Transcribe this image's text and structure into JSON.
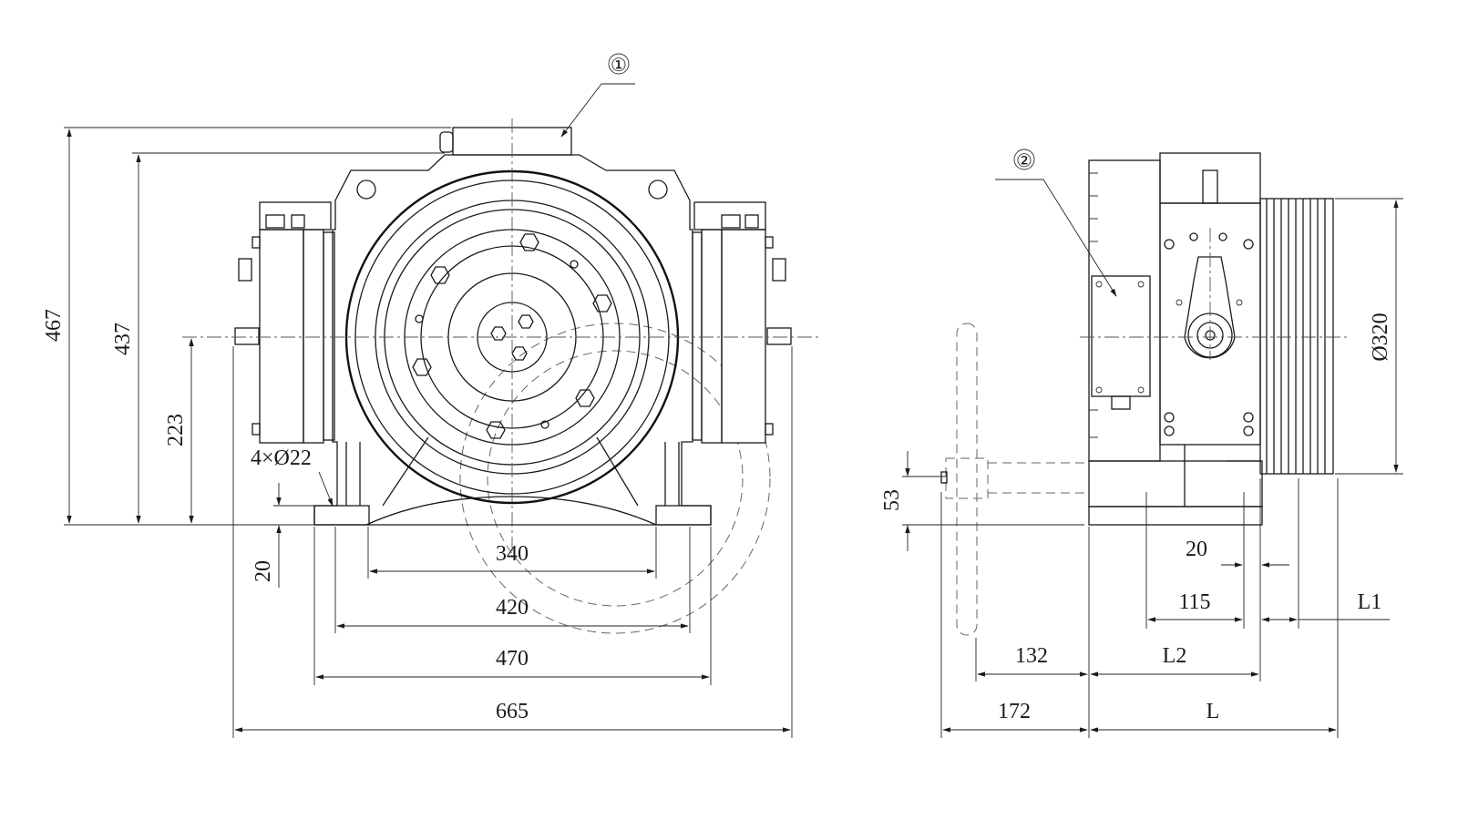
{
  "callouts": {
    "c1": "①",
    "c2": "②"
  },
  "front_view": {
    "height_total": "467",
    "height_top": "437",
    "center_height": "223",
    "holes": "4×Ø22",
    "base_thickness": "20",
    "dim_340": "340",
    "dim_420": "420",
    "dim_470": "470",
    "dim_665": "665"
  },
  "side_view": {
    "sheave_dia": "Ø320",
    "dim_53": "53",
    "dim_20": "20",
    "dim_115": "115",
    "dim_L1": "L1",
    "dim_132": "132",
    "dim_L2": "L2",
    "dim_172": "172",
    "dim_L": "L"
  }
}
